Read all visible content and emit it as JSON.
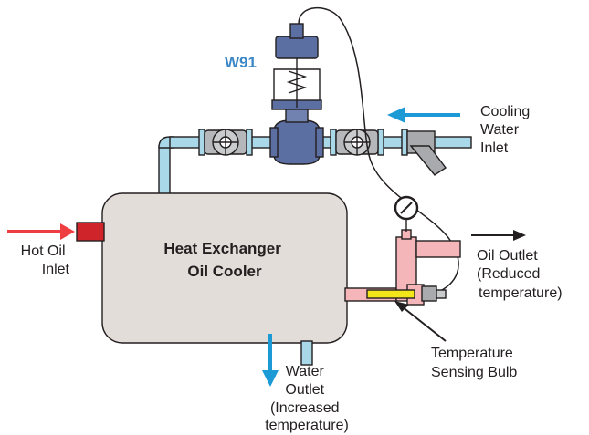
{
  "valve_model": "W91",
  "labels": {
    "cooling_water_inlet": [
      "Cooling",
      "Water",
      "Inlet"
    ],
    "hot_oil_inlet": [
      "Hot Oil",
      "Inlet"
    ],
    "heat_exchanger": [
      "Heat Exchanger",
      "Oil Cooler"
    ],
    "oil_outlet": [
      "Oil Outlet",
      "(Reduced",
      "temperature)"
    ],
    "temperature_sensing_bulb": [
      "Temperature",
      "Sensing Bulb"
    ],
    "water_outlet": [
      "Water",
      "Outlet",
      "(Increased",
      "temperature)"
    ]
  },
  "colors": {
    "water_pipe": "#a9d8e8",
    "oil_pipe": "#f4b6b8",
    "hot_oil_arrow": "#ef3e42",
    "hot_oil_stub": "#d0242b",
    "water_arrow": "#1b9ad6",
    "exchanger_fill": "#e3ddd9",
    "valve_body": "#5b6fa3",
    "sensing_bulb": "#f2e51a",
    "label_model": "#3a87c8"
  }
}
